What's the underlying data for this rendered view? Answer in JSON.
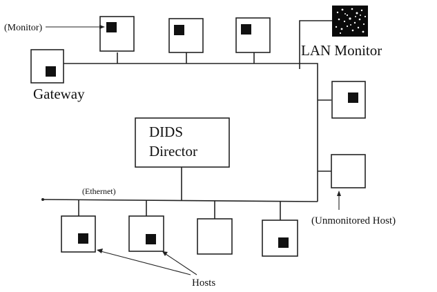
{
  "labels": {
    "monitor": "(Monitor)",
    "lan_monitor": "LAN Monitor",
    "gateway": "Gateway",
    "dids_line1": "DIDS",
    "dids_line2": "Director",
    "ethernet": "(Ethernet)",
    "unmonitored_host": "(Unmonitored Host)",
    "hosts": "Hosts"
  }
}
